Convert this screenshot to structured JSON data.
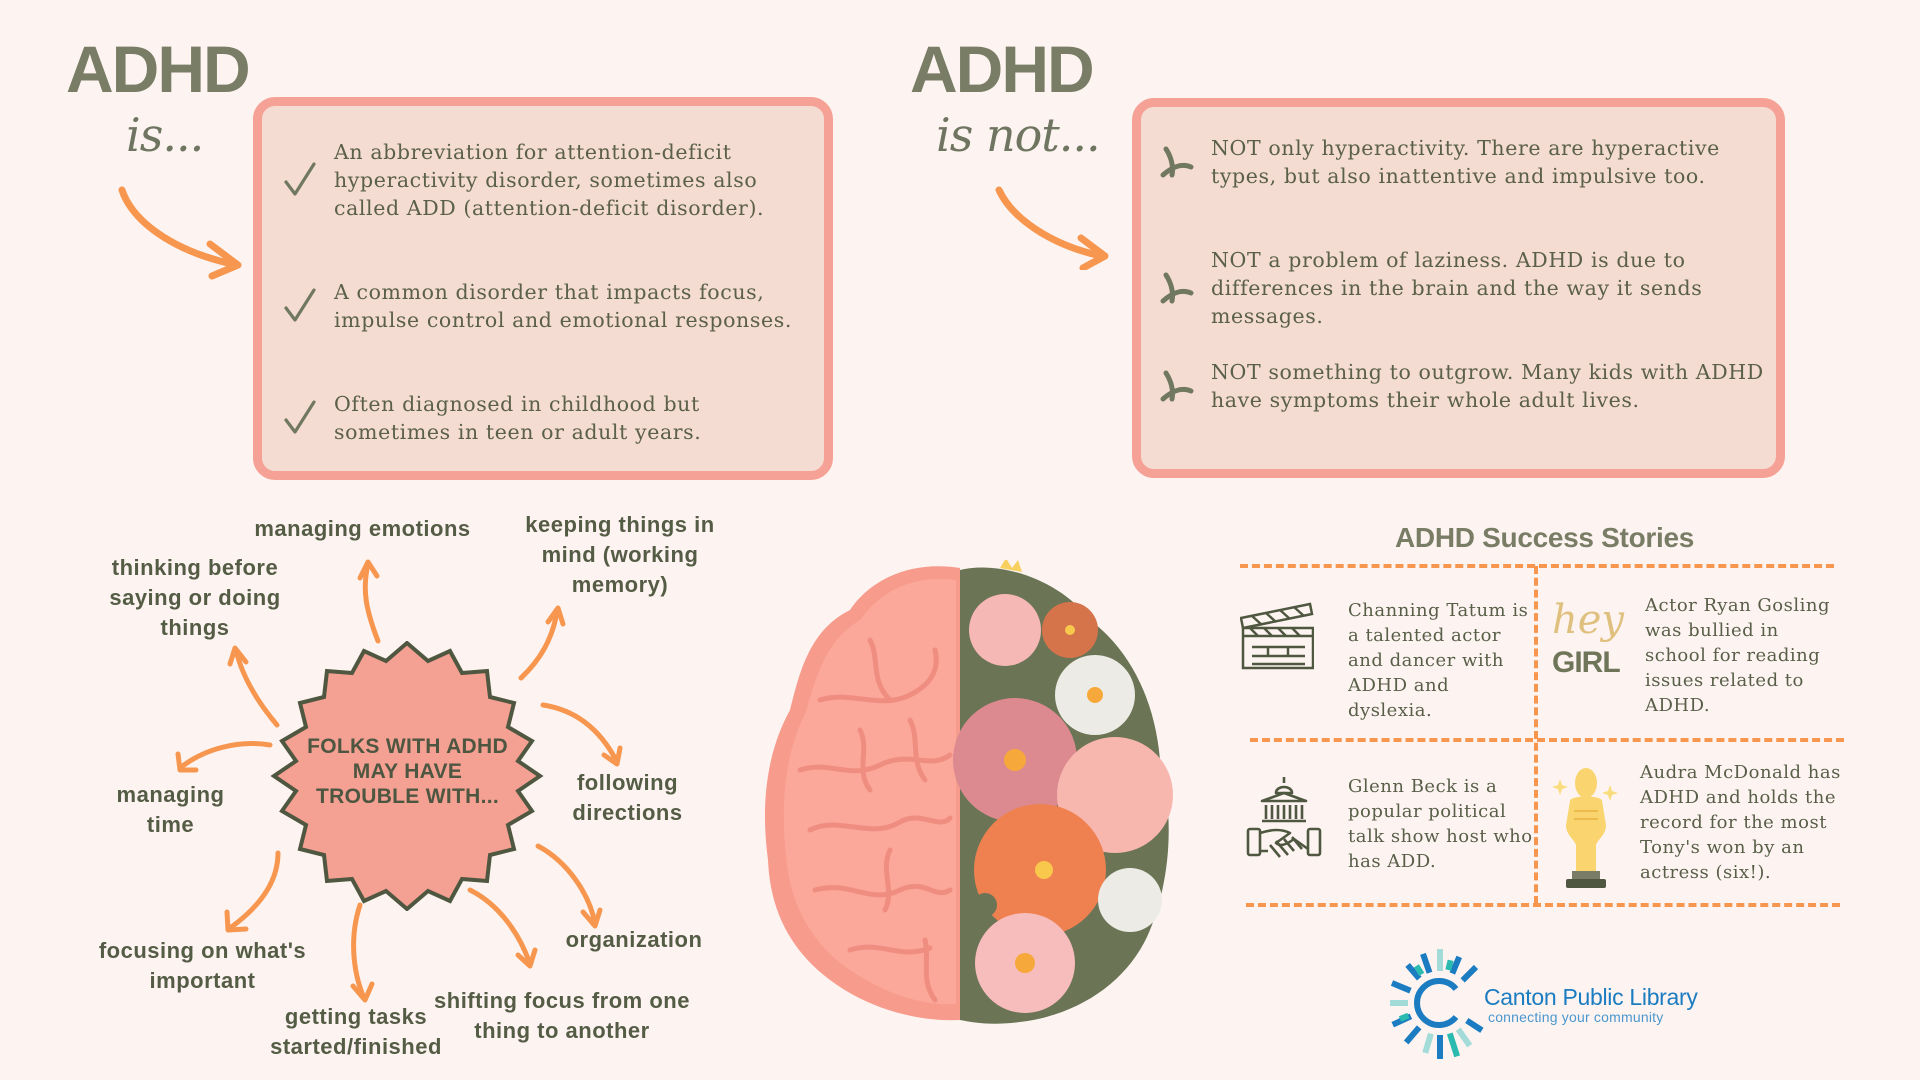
{
  "colors": {
    "background": "#fdf4f1",
    "heading": "#7a7d65",
    "box_fill": "#f4dcd2",
    "box_border": "#f5a195",
    "accent_orange": "#f7964f",
    "text_dark": "#555c45",
    "burst_fill": "#f4a093",
    "burst_outline": "#4f5740",
    "logo_blue": "#1b7cc1"
  },
  "is_section": {
    "title": "ADHD",
    "subtitle": "is...",
    "icon": "checkmark-icon",
    "items": [
      {
        "text": "An abbreviation for attention-deficit hyperactivity disorder, sometimes also called ADD (attention-deficit disorder)."
      },
      {
        "text": "A common disorder that impacts focus, impulse control and emotional responses."
      },
      {
        "text": "Often diagnosed in childhood but sometimes in teen or adult years."
      }
    ]
  },
  "is_not_section": {
    "title": "ADHD",
    "subtitle": "is not...",
    "icon": "x-mark-icon",
    "items": [
      {
        "text": "NOT only hyperactivity. There are hyperactive types, but also inattentive and impulsive too."
      },
      {
        "text": "NOT a problem of laziness. ADHD is due to differences in the brain and the way it sends messages."
      },
      {
        "text": "NOT something to outgrow. Many kids with ADHD have symptoms their whole adult lives."
      }
    ]
  },
  "mind_map": {
    "center": "FOLKS WITH ADHD MAY HAVE TROUBLE WITH...",
    "topics": [
      {
        "label": "managing emotions"
      },
      {
        "label": "keeping things in mind (working memory)"
      },
      {
        "label": "thinking before saying or doing things"
      },
      {
        "label": "managing time"
      },
      {
        "label": "following directions"
      },
      {
        "label": "focusing on what's important"
      },
      {
        "label": "organization"
      },
      {
        "label": "getting tasks started/finished"
      },
      {
        "label": "shifting focus from one thing to another"
      }
    ]
  },
  "illustration": {
    "description": "brain-with-flowers-illustration"
  },
  "success_stories": {
    "title": "ADHD Success Stories",
    "stories": [
      {
        "icon": "clapperboard-icon",
        "text": "Channing Tatum is a talented actor and dancer with ADHD and dyslexia."
      },
      {
        "icon": "hey-girl-icon",
        "icon_text_top": "hey",
        "icon_text_bottom": "GIRL",
        "text": "Actor Ryan Gosling was bullied in school for reading issues related to ADHD."
      },
      {
        "icon": "capitol-handshake-icon",
        "text": "Glenn Beck is a popular political talk show host who has ADD."
      },
      {
        "icon": "award-statue-icon",
        "text": "Audra McDonald has ADHD and holds the record for the most Tony's won by an actress (six!)."
      }
    ]
  },
  "logo": {
    "name": "Canton Public Library",
    "tagline": "connecting your community"
  }
}
